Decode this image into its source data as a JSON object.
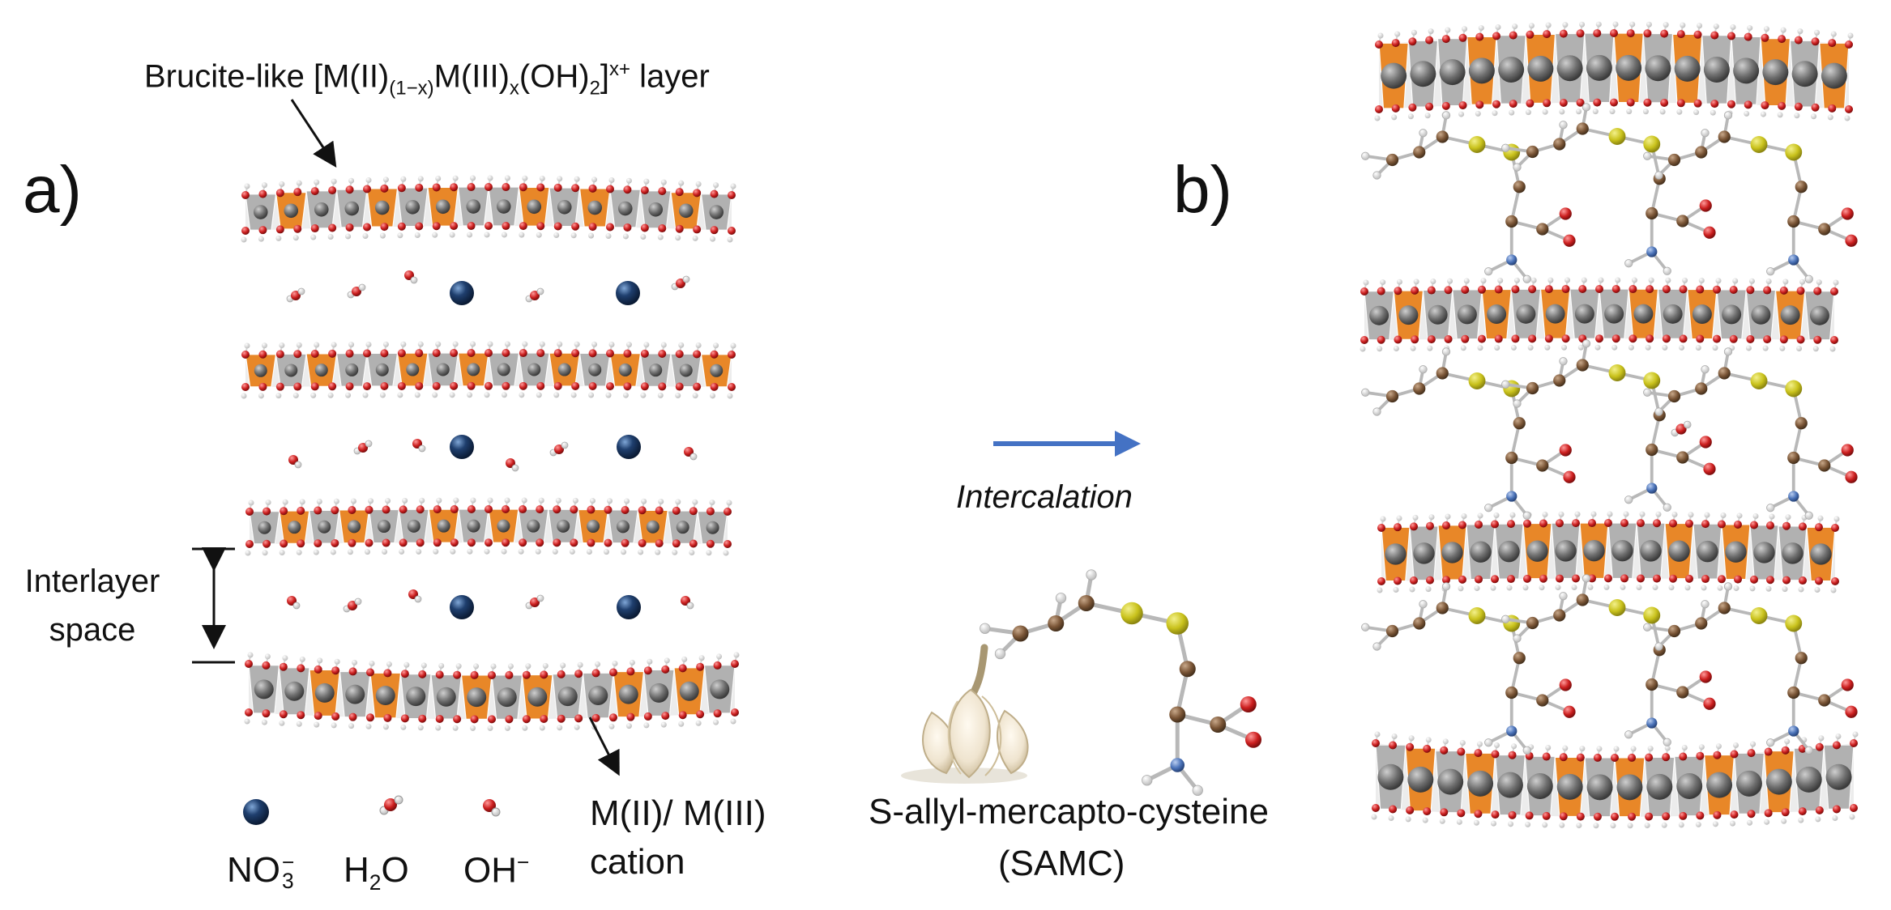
{
  "labels": {
    "panel_a": "a)",
    "panel_b": "b)",
    "brucite": {
      "prefix": "Brucite-like [M(II)",
      "sub1": "(1−x)",
      "mid": "M(III)",
      "sub2": "x",
      "mid2": "(OH)",
      "sub3": "2",
      "close": "]",
      "sup": "x+",
      "suffix": " layer"
    },
    "interlayer_line1": "Interlayer",
    "interlayer_line2": "space",
    "intercalation": "Intercalation",
    "samc_name": "S-allyl-mercapto-cysteine",
    "samc_abbrev": "(SAMC)"
  },
  "legend": {
    "nitrate": {
      "base": "NO",
      "charge": "−",
      "count": "3"
    },
    "water": {
      "base1": "H",
      "sub": "2",
      "base2": "O"
    },
    "hydroxide": {
      "base": "OH",
      "sup": "−"
    },
    "cation": {
      "line1": "M(II)/ M(III)",
      "line2": "cation"
    }
  },
  "colors": {
    "layer_orange": "#e8821e",
    "layer_grey": "#a7a7a7",
    "oxygen": "#cc1f1f",
    "hydrogen": "#f2f2f2",
    "nitrate": "#1f3f6e",
    "sulfur": "#c9c21c",
    "carbon": "#7a5536",
    "nitrogen": "#4a72b8",
    "intercalation_arrow": "#4472c4"
  }
}
